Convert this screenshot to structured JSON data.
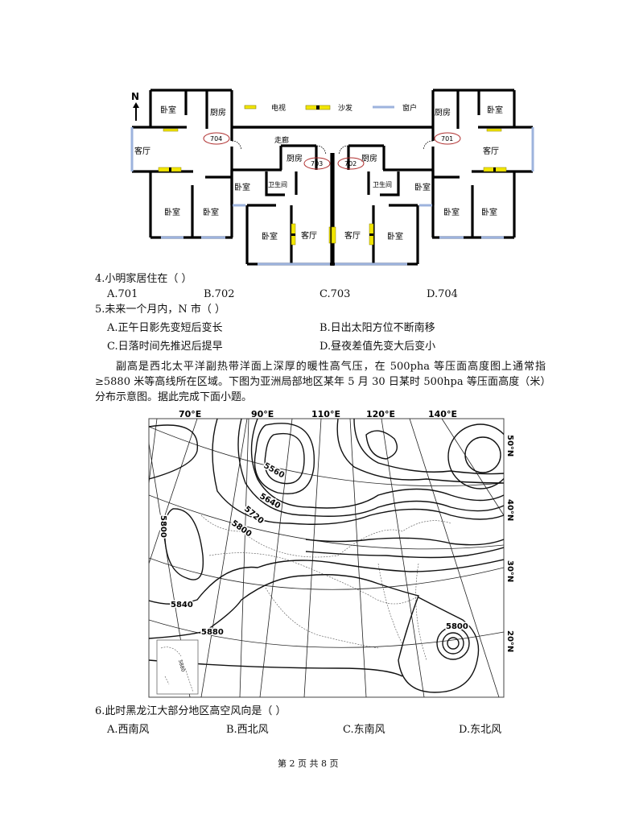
{
  "floor_plan": {
    "north": "N",
    "legend": {
      "tv": "电视",
      "sofa": "沙发",
      "window": "窗户"
    },
    "rooms": {
      "bedroom": "卧室",
      "kitchen": "厨房",
      "bathroom": "卫生间",
      "living": "客厅",
      "corridor": "走廊"
    },
    "units": [
      "704",
      "703",
      "702",
      "701"
    ],
    "colors": {
      "wall": "#000000",
      "window": "#9db3dd",
      "furniture": "#f2e600",
      "unit_circle": "#b03030"
    }
  },
  "questions": [
    {
      "stem": "4.小明家居住在（    ）",
      "options": [
        "A.701",
        "B.702",
        "C.703",
        "D.704"
      ]
    },
    {
      "stem": "5.未来一个月内，N 市（    ）",
      "options": [
        "A.正午日影先变短后变长",
        "B.日出太阳方位不断南移",
        "C.日落时间先推迟后提早",
        "D.昼夜差值先变大后变小"
      ]
    }
  ],
  "passage": "副高是西北太平洋副热带洋面上深厚的暖性高气压，在 500pha 等压面高度图上通常指≥5880 米等高线所在区域。下图为亚洲局部地区某年 5 月 30 日某时 500hpa 等压面高度（米）分布示意图。据此完成下面小题。",
  "map": {
    "longitudes": [
      "70°E",
      "90°E",
      "110°E",
      "120°E",
      "140°E"
    ],
    "latitudes": [
      "50°N",
      "40°N",
      "30°N",
      "20°N"
    ],
    "contours": [
      "5560",
      "5640",
      "5720",
      "5800",
      "5800",
      "5840",
      "5880",
      "5800",
      "5880"
    ]
  },
  "question6": {
    "stem": "6.此时黑龙江大部分地区高空风向是（    ）",
    "options": [
      "A.西南风",
      "B.西北风",
      "C.东南风",
      "D.东北风"
    ]
  },
  "footer": "第 2 页 共 8 页"
}
